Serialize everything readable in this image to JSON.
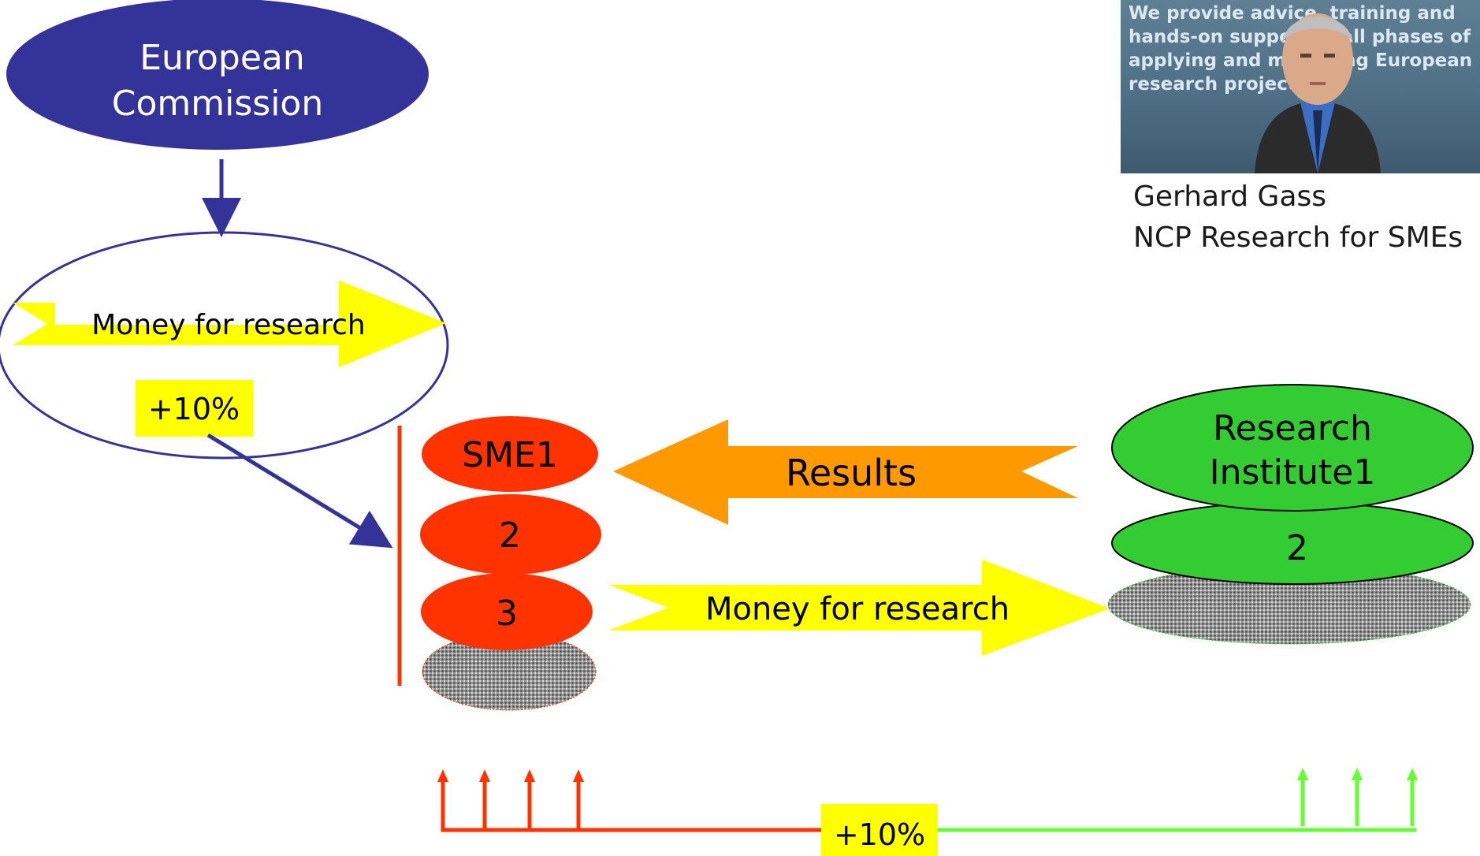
{
  "colors": {
    "commission_fill": "#33339a",
    "commission_text": "#ffffff",
    "budget_outline": "#33339a",
    "money_arrow": "#ffff00",
    "bonus_box": "#ffff00",
    "sme_fill": "#ff3300",
    "results_arrow": "#ff9900",
    "institute_fill": "#33cc33",
    "placeholder_fill": "#8c8c8c",
    "flow_blue": "#33339a",
    "sme_line": "#ff3300",
    "institute_line": "#66ff33"
  },
  "commission": {
    "line1": "European",
    "line2": "Commission"
  },
  "budget": {
    "money_label": "Money for research",
    "bonus_label": "+10%"
  },
  "smes": {
    "first": "SME1",
    "second": "2",
    "third": "3"
  },
  "results": {
    "label": "Results"
  },
  "transfer": {
    "money_label": "Money for research"
  },
  "institutes": {
    "first_line1": "Research",
    "first_line2": "Institute1",
    "second": "2"
  },
  "bottom": {
    "bonus_label": "+10%"
  },
  "person": {
    "photo_caption": "We provide advice, training and hands-on support in all phases of applying and managing European research projects.",
    "name": "Gerhard Gass",
    "role": "NCP Research for SMEs"
  }
}
